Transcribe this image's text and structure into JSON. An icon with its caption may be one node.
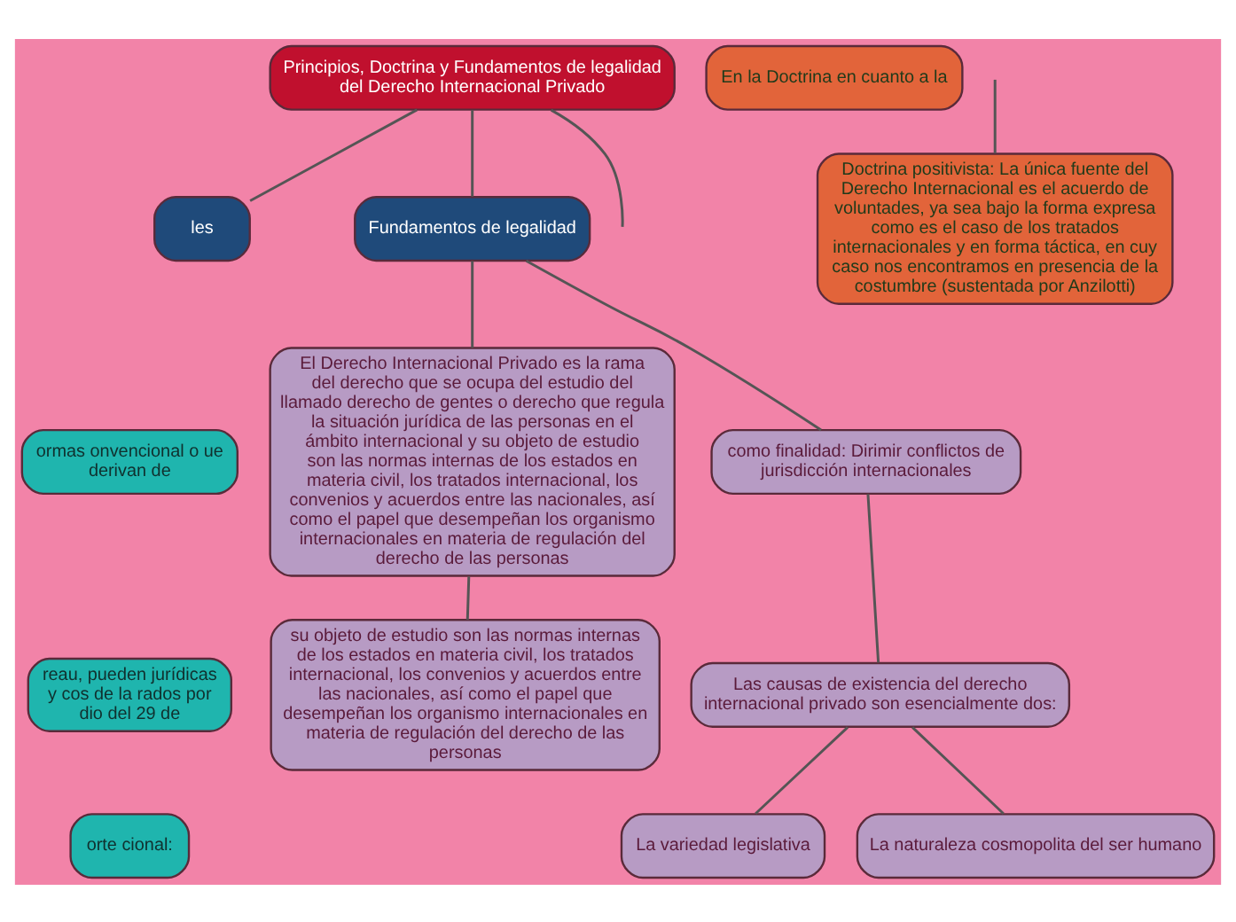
{
  "diagram": {
    "nodes": [
      {
        "text": [
          "Principios, Doctrina y Fundamentos de legalidad del Derecho Internacional Privado"
        ]
      },
      {
        "text": [
          "les"
        ]
      },
      {
        "text": [
          "Fundamentos de legalidad"
        ]
      },
      {
        "text": [
          "ormas onvencional o ue derivan de"
        ]
      },
      {
        "text": [
          "reau, pueden jurídicas y cos de la rados por dio del 29 de"
        ]
      },
      {
        "text": [
          "orte cional:"
        ]
      },
      {
        "text": [
          "El Derecho Internacional Privado es la rama del derecho que se ocupa del estudio del llamado derecho de gentes o derecho que regula la situación jurídica de las personas en el ámbito internacional y su objeto de estudio son las normas internas de los estados en materia civil, los tratados internacional, los convenios y acuerdos entre las nacionales, así como el papel que desempeñan los organismo internacionales en materia de regulación del derecho de las personas"
        ]
      },
      {
        "text": [
          "su objeto de estudio son las normas internas de los estados en materia civil, los tratados internacional, los convenios y acuerdos entre las nacionales, así como el papel que desempeñan los organismo internacionales en materia de regulación del derecho de las personas"
        ]
      },
      {
        "text": [
          "como finalidad: Dirimir conflictos de jurisdicción internacionales"
        ]
      },
      {
        "text": [
          "Las causas de existencia del derecho internacional privado son esencialmente dos:"
        ]
      },
      {
        "text": [
          "La variedad legislativa"
        ]
      },
      {
        "text": [
          "La naturaleza cosmopolita del ser humano"
        ]
      },
      {
        "text": [
          "En la Doctrina en cuanto a la"
        ]
      },
      {
        "text": [
          "Doctrina positivista: La única fuente del Derecho Internacional es el acuerdo de voluntades, ya sea bajo la forma expresa como es el caso de los tratados internacionales y en forma táctica, en cuy caso nos encontramos en presencia de la costumbre (sustentada por Anzilotti)"
        ]
      }
    ],
    "edges": [
      {
        "from": 0,
        "to": 1,
        "arrow": "none"
      },
      {
        "from": 0,
        "to": 2,
        "arrow": "none"
      },
      {
        "from": 0,
        "to": null,
        "arrow": "none"
      },
      {
        "from": 2,
        "to": 6,
        "arrow": "none"
      },
      {
        "from": 2,
        "to": 8,
        "arrow": "none"
      },
      {
        "from": 6,
        "to": 7,
        "arrow": "none"
      },
      {
        "from": 8,
        "to": 9,
        "arrow": "none"
      },
      {
        "from": 9,
        "to": 10,
        "arrow": "none"
      },
      {
        "from": 9,
        "to": 11,
        "arrow": "none"
      },
      {
        "from": null,
        "to": 13,
        "arrow": "none"
      }
    ]
  }
}
